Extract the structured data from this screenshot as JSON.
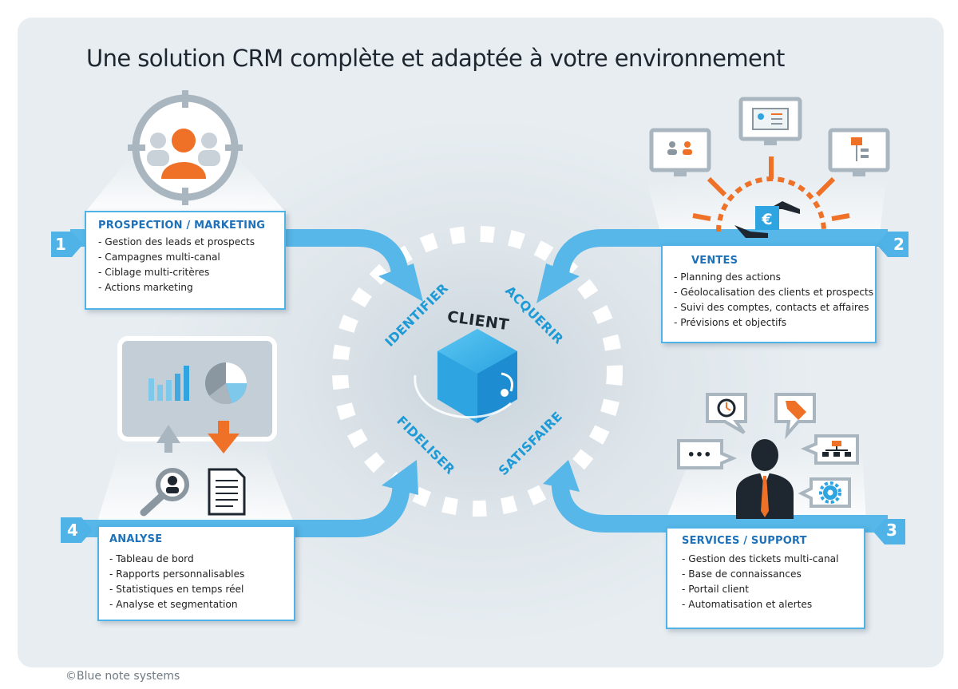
{
  "title": "Une solution CRM complète et adaptée à votre environnement",
  "copyright": "©Blue note systems",
  "center": {
    "label": "CLIENT",
    "stages": [
      "IDENTIFIER",
      "ACQUERIR",
      "SATISFAIRE",
      "FIDELISER"
    ]
  },
  "sections": [
    {
      "number": "1",
      "heading": "PROSPECTION / MARKETING",
      "items": [
        "- Gestion des leads et prospects",
        "- Campagnes multi-canal",
        "- Ciblage multi-critères",
        "- Actions marketing"
      ]
    },
    {
      "number": "2",
      "heading": "VENTES",
      "items": [
        "- Planning des actions",
        "- Géolocalisation des clients et prospects",
        "- Suivi des comptes, contacts et affaires",
        "- Prévisions et objectifs"
      ]
    },
    {
      "number": "3",
      "heading": "SERVICES / SUPPORT",
      "items": [
        "- Gestion des tickets multi-canal",
        "- Base de connaissances",
        "- Portail client",
        "- Automatisation et alertes"
      ]
    },
    {
      "number": "4",
      "heading": "ANALYSE",
      "items": [
        "- Tableau de bord",
        "- Rapports personnalisables",
        "- Statistiques en temps réel",
        "- Analyse et segmentation"
      ]
    }
  ],
  "icons": {
    "euro": "€",
    "speech_dots": "•••"
  },
  "colors": {
    "accent_blue": "#4fb3e8",
    "heading_blue": "#1e70b8",
    "orange": "#ee7127",
    "dark": "#1e2730"
  }
}
